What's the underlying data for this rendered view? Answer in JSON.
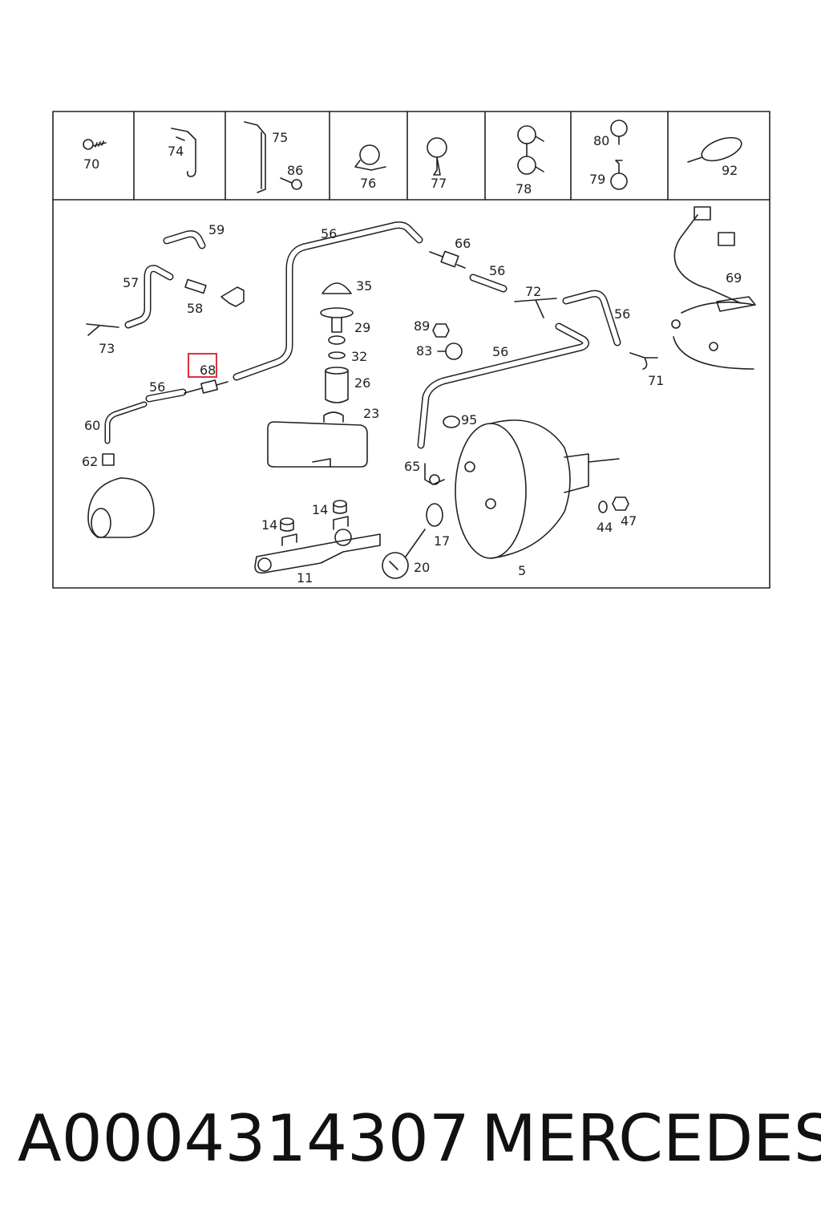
{
  "header_parts": [
    "70",
    "74",
    "75",
    "86",
    "76",
    "77",
    "78",
    "80",
    "79",
    "92"
  ],
  "callouts": [
    "59",
    "56",
    "66",
    "57",
    "35",
    "58",
    "56",
    "72",
    "29",
    "73",
    "89",
    "56",
    "83",
    "32",
    "56",
    "68",
    "26",
    "56",
    "71",
    "69",
    "23",
    "60",
    "95",
    "62",
    "65",
    "14",
    "14",
    "17",
    "47",
    "44",
    "20",
    "5",
    "11"
  ],
  "highlighted": "68",
  "caption": {
    "part_number": "A0004314307",
    "brand": "MERCEDES"
  },
  "colors": {
    "highlight": "#e0303a",
    "line": "#222222"
  }
}
